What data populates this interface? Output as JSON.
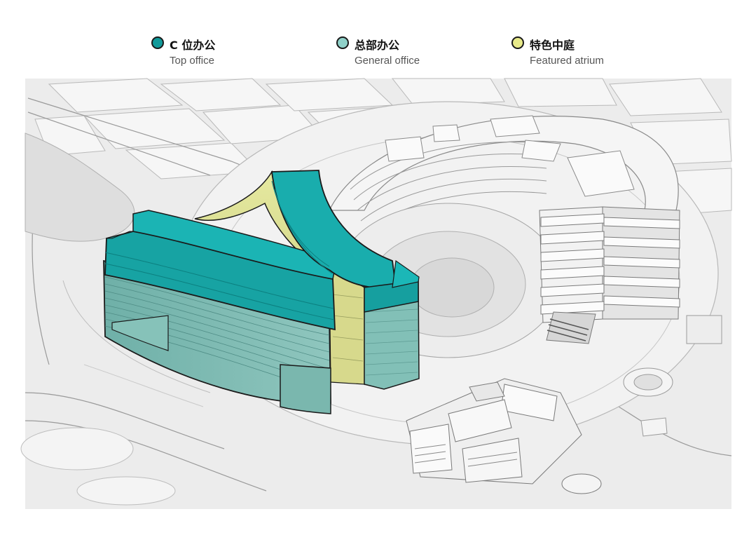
{
  "legend": [
    {
      "label_cn": "C 位办公",
      "label_en": "Top office",
      "color": "#119a9a"
    },
    {
      "label_cn": "总部办公",
      "label_en": "General office",
      "color": "#8fd1c9"
    },
    {
      "label_cn": "特色中庭",
      "label_en": "Featured atrium",
      "color": "#e8ea8a"
    }
  ],
  "colors": {
    "top_office": "#119a9a",
    "general_office": "#7fbcb4",
    "atrium": "#cfd384",
    "site": "#e9e9e9",
    "building_white": "#f4f4f4",
    "outline": "#1a1a1a"
  }
}
